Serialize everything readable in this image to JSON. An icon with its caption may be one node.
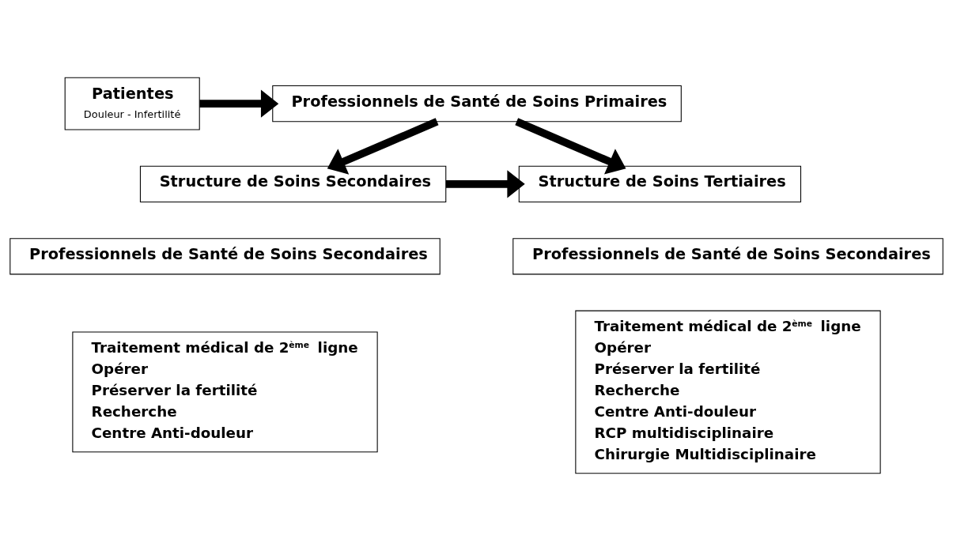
{
  "diagram": {
    "nodes": [
      {
        "text": [
          "Patientes",
          "Douleur - Infertilité"
        ]
      },
      {
        "text": [
          "Professionnels de Santé de Soins Primaires"
        ]
      },
      {
        "text": [
          "Structure de Soins Secondaires"
        ]
      },
      {
        "text": [
          "Structure de Soins Tertiaires"
        ]
      },
      {
        "text": [
          "Professionnels de Santé de Soins Secondaires"
        ]
      },
      {
        "text": [
          "Professionnels de Santé de Soins Secondaires"
        ]
      },
      {
        "text": [
          "Traitement médical de 2$^{ème}$ ligne",
          "Opérer",
          "Préserver la fertilité",
          "Recherche",
          "Centre Anti-douleur"
        ]
      },
      {
        "text": [
          "Traitement médical de 2$^{ème}$ ligne",
          "Opérer",
          "Préserver la fertilité",
          "Recherche",
          "Centre Anti-douleur",
          "RCP multidisciplinaire",
          "Chirurgie Multidisciplinaire"
        ]
      }
    ],
    "edges": [
      {
        "from": 0,
        "to": 1,
        "arrow": "to"
      },
      {
        "from": 1,
        "to": 2,
        "arrow": "to"
      },
      {
        "from": 1,
        "to": 3,
        "arrow": "to"
      },
      {
        "from": 2,
        "to": 3,
        "arrow": "to"
      }
    ]
  }
}
